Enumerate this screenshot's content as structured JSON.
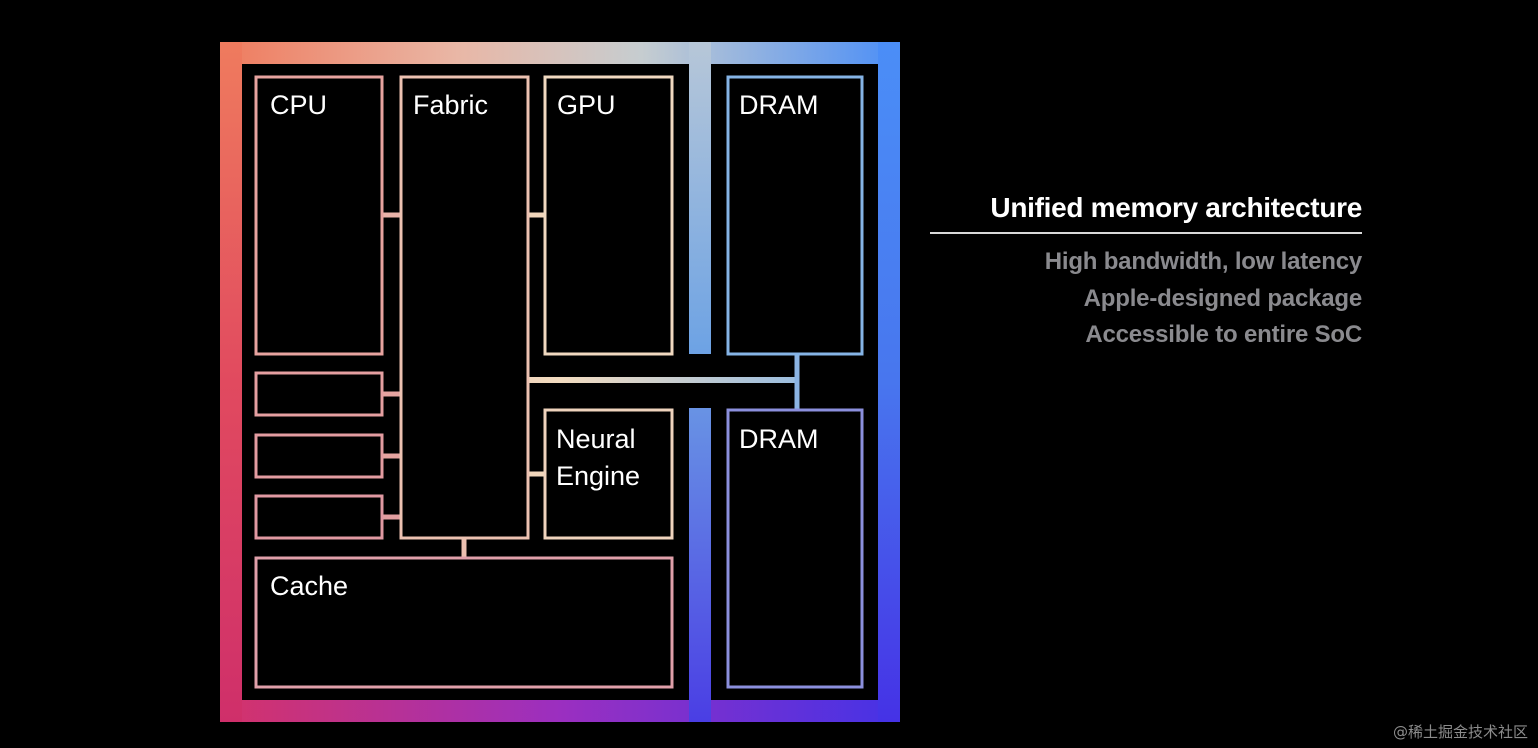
{
  "diagram": {
    "blocks": {
      "cpu": "CPU",
      "fabric": "Fabric",
      "gpu": "GPU",
      "dram_top": "DRAM",
      "neural_line1": "Neural",
      "neural_line2": "Engine",
      "dram_bottom": "DRAM",
      "cache": "Cache"
    }
  },
  "side_panel": {
    "title": "Unified memory architecture",
    "items": [
      "High bandwidth, low latency",
      "Apple-designed package",
      "Accessible to entire SoC"
    ]
  },
  "watermark": "@稀土掘金技术社区",
  "colors": {
    "background": "#000000",
    "gradient_top_left": "#f07a5c",
    "gradient_top_right": "#4b8ef7",
    "gradient_bottom_left": "#d6306a",
    "gradient_bottom_right": "#4a2fe0",
    "subtitle_gray": "#8a8a8e"
  }
}
